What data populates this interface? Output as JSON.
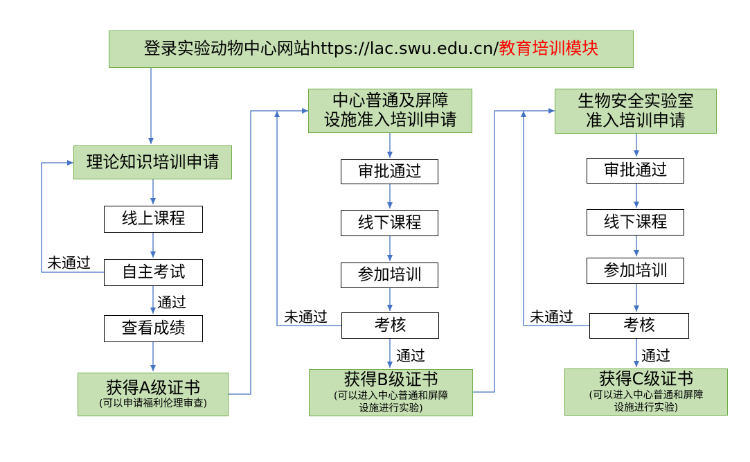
{
  "header": {
    "prefix": "登录实验动物中心网站https://lac.swu.edu.cn/",
    "highlight": "教育培训模块",
    "highlight_color": "#ff0000"
  },
  "colors": {
    "green_fill": "#c6e0b4",
    "green_border": "#70ad47",
    "arrow": "#4472c4"
  },
  "col1": {
    "apply": "理论知识培训申请",
    "online_course": "线上课程",
    "self_exam": "自主考试",
    "check_score": "查看成绩",
    "cert_title": "获得A级证书",
    "cert_note": "(可以申请福利伦理审查)",
    "fail_label": "未通过",
    "pass_label": "通过"
  },
  "col2": {
    "apply_line1": "中心普通及屏障",
    "apply_line2": "设施准入培训申请",
    "approved": "审批通过",
    "offline_course": "线下课程",
    "attend": "参加培训",
    "assess": "考核",
    "cert_title": "获得B级证书",
    "cert_note_line1": "(可以进入中心普通和屏障",
    "cert_note_line2": "设施进行实验)",
    "fail_label": "未通过",
    "pass_label": "通过"
  },
  "col3": {
    "apply_line1": "生物安全实验室",
    "apply_line2": "准入培训申请",
    "approved": "审批通过",
    "offline_course": "线下课程",
    "attend": "参加培训",
    "assess": "考核",
    "cert_title": "获得C级证书",
    "cert_note_line1": "(可以进入中心普通和屏障",
    "cert_note_line2": "设施进行实验)",
    "fail_label": "未通过",
    "pass_label": "通过"
  }
}
